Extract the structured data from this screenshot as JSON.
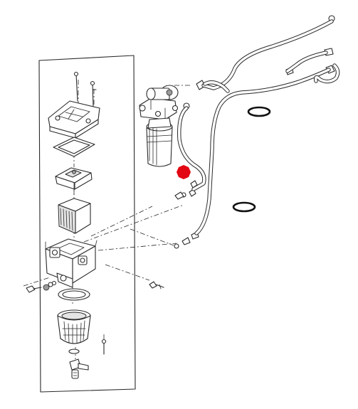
{
  "diagram": {
    "highlight_color": "#e30613",
    "line_color": "#2a2a2a",
    "components": [
      "bracket-frame",
      "mounting-bolt",
      "filter-cover",
      "cover-gasket",
      "filter-cap",
      "filter-element",
      "filter-housing",
      "housing-bolt",
      "drain-plug",
      "sealing-ring",
      "sediment-bowl",
      "drain-valve",
      "fuel-filter-assembly",
      "fuel-hose",
      "hose-fitting",
      "o-ring",
      "highlight-marker"
    ]
  }
}
